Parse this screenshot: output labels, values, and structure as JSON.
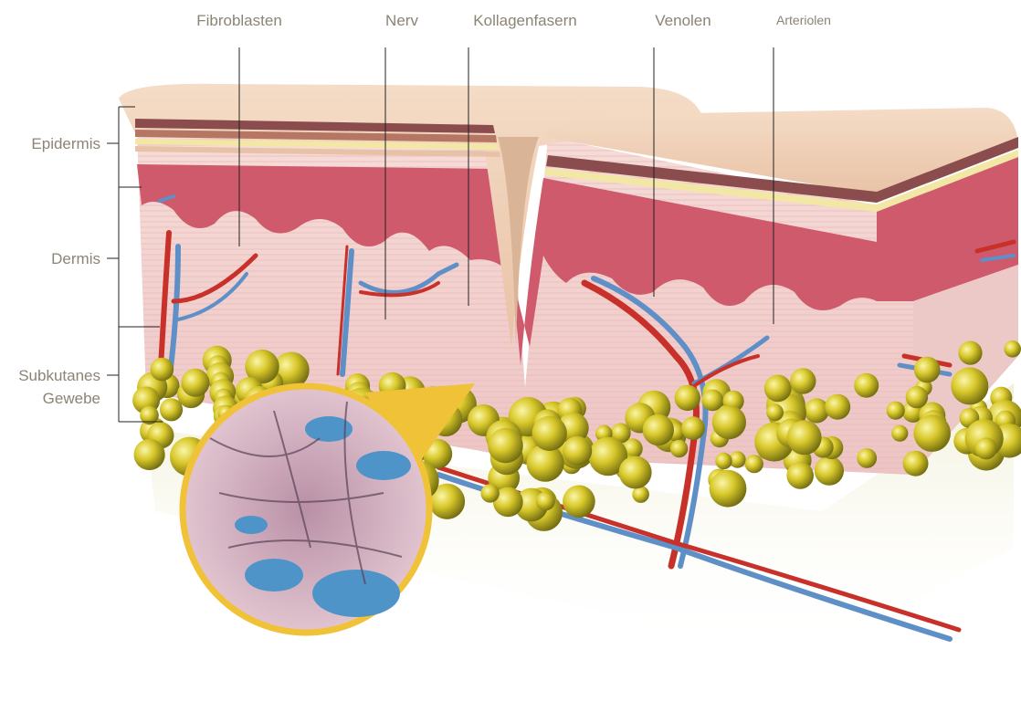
{
  "top_labels": {
    "fibroblasten": "Fibroblasten",
    "nerv": "Nerv",
    "kollagenfasern": "Kollagenfasern",
    "venolen": "Venolen",
    "arteriolen": "Arteriolen"
  },
  "side_labels": {
    "epidermis": "Epidermis",
    "dermis": "Dermis",
    "subkutanes_line1": "Subkutanes",
    "subkutanes_line2": "Gewebe"
  },
  "colors": {
    "skin_top": "#f0cfb5",
    "epidermis_band": "#8a4c4c",
    "epidermis_yellow": "#f3e7a5",
    "dermis_red": "#cf5a6c",
    "dermis_pink": "#f3d3d1",
    "fat_yellow": "#d7c724",
    "artery_red": "#c7312a",
    "vein_blue": "#5f8fc7",
    "zoom_ring": "#f0c238",
    "label_text": "#8c8474"
  }
}
